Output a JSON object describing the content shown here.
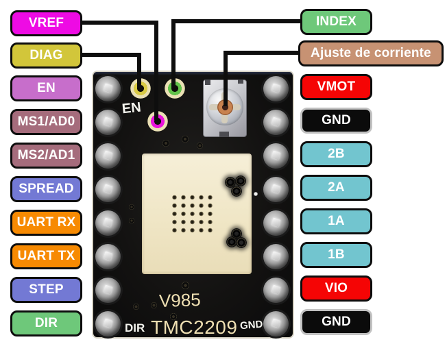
{
  "title": "TMC2209 stepper driver pinout diagram",
  "colors": {
    "magenta": "#EE0BE4",
    "yellow": "#D2C63A",
    "orchid": "#C76ECB",
    "mauve": "#A56C7C",
    "periwinkle": "#7379D4",
    "orange": "#F78A02",
    "green": "#6EC87A",
    "tan": "#C79273",
    "red": "#F50505",
    "teal": "#72C5CF",
    "gnd_black": "#0B0B0B",
    "border_black": "#0D0D0D",
    "border_silver": "#C2C2C2",
    "callout_line": "#0E0E0E",
    "label_text": "#FFFFFF"
  },
  "left_labels": [
    {
      "label": "VREF",
      "bg": "#EE0BE4",
      "border": "#0D0D0D"
    },
    {
      "label": "DIAG",
      "bg": "#D2C63A",
      "border": "#0D0D0D"
    },
    {
      "label": "EN",
      "bg": "#C76ECB",
      "border": "#0D0D0D"
    },
    {
      "label": "MS1/AD0",
      "bg": "#A56C7C",
      "border": "#0D0D0D"
    },
    {
      "label": "MS2/AD1",
      "bg": "#A56C7C",
      "border": "#0D0D0D"
    },
    {
      "label": "SPREAD",
      "bg": "#7379D4",
      "border": "#0D0D0D"
    },
    {
      "label": "UART RX",
      "bg": "#F78A02",
      "border": "#0D0D0D"
    },
    {
      "label": "UART TX",
      "bg": "#F78A02",
      "border": "#0D0D0D"
    },
    {
      "label": "STEP",
      "bg": "#7379D4",
      "border": "#0D0D0D"
    },
    {
      "label": "DIR",
      "bg": "#6EC87A",
      "border": "#0D0D0D"
    }
  ],
  "right_labels": [
    {
      "label": "INDEX",
      "bg": "#6EC87A",
      "border": "#0D0D0D"
    },
    {
      "label": "Ajuste de corriente",
      "bg": "#C79273",
      "border": "#0D0D0D"
    },
    {
      "label": "VMOT",
      "bg": "#F50505",
      "border": "#0D0D0D"
    },
    {
      "label": "GND",
      "bg": "#0B0B0B",
      "border": "#C2C2C2"
    },
    {
      "label": "2B",
      "bg": "#72C5CF",
      "border": "#0D0D0D"
    },
    {
      "label": "2A",
      "bg": "#72C5CF",
      "border": "#0D0D0D"
    },
    {
      "label": "1A",
      "bg": "#72C5CF",
      "border": "#0D0D0D"
    },
    {
      "label": "1B",
      "bg": "#72C5CF",
      "border": "#0D0D0D"
    },
    {
      "label": "VIO",
      "bg": "#F50505",
      "border": "#0D0D0D"
    },
    {
      "label": "GND",
      "bg": "#0B0B0B",
      "border": "#C2C2C2"
    }
  ],
  "board": {
    "silkscreen_en": "EN",
    "silkscreen_dir": "DIR",
    "silkscreen_chip": "TMC2209",
    "silkscreen_gnd": "GND",
    "silkscreen_version": "V985"
  }
}
